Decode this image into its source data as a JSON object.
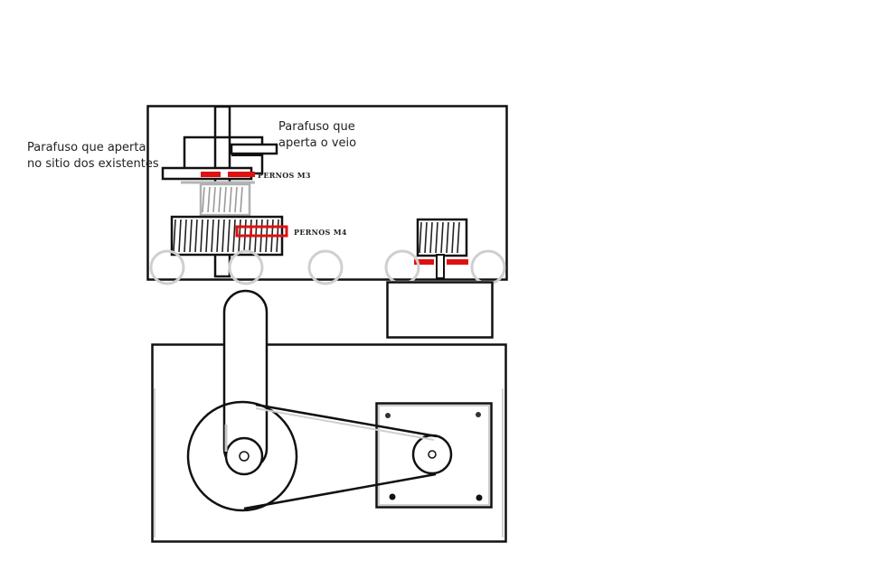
{
  "labels": {
    "screw_shaft": {
      "line1": "Parafuso que",
      "line2": "aperta o veio"
    },
    "screw_existing": {
      "line1": "Parafuso que aperta",
      "line2": "no sitio dos existentes"
    },
    "bolts_m3": "PERNOS M3",
    "bolts_m4": "PERNOS M4"
  },
  "colors": {
    "line": "#111111",
    "faded_line": "#b5b5b5",
    "bolt": "#e01010",
    "gear_fill": "#ffffff"
  },
  "icons": {
    "gear": "spur-gear-icon",
    "pulley": "pulley-icon",
    "motor": "stepper-motor-icon",
    "bolt": "bolt-marker-icon"
  }
}
